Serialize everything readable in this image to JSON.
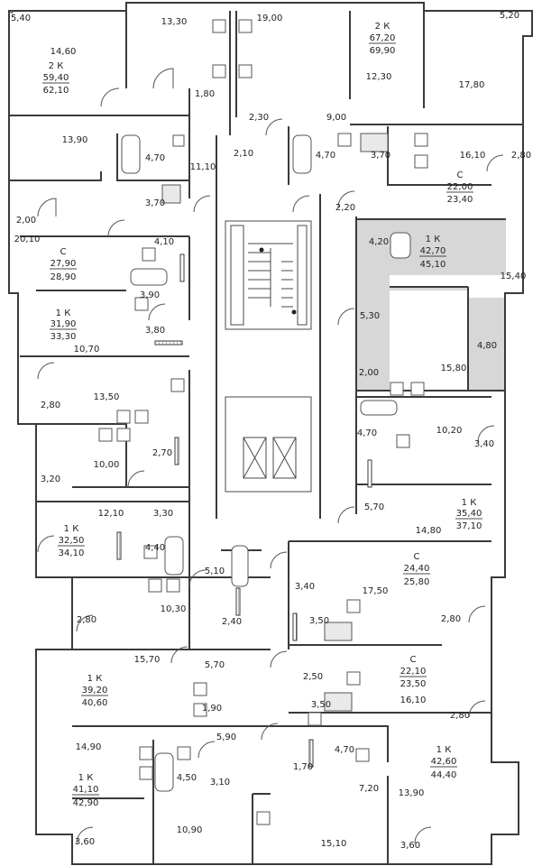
{
  "rooms": [
    "5,40",
    "14,60",
    "13,30",
    "19,00",
    "5,20",
    "12,30",
    "17,80",
    "1,80",
    "2,30",
    "9,00",
    "13,90",
    "4,70",
    "11,10",
    "2,10",
    "4,70",
    "3,70",
    "16,10",
    "2,80",
    "2,20",
    "3,70",
    "2,00",
    "20,10",
    "4,10",
    "4,20",
    "15,40",
    "3,90",
    "5,30",
    "10,70",
    "3,80",
    "4,80",
    "15,80",
    "2,00",
    "13,50",
    "2,80",
    "10,20",
    "4,70",
    "3,40",
    "2,70",
    "10,00",
    "3,20",
    "5,70",
    "14,80",
    "12,10",
    "3,30",
    "4,40",
    "5,10",
    "3,40",
    "17,50",
    "2,80",
    "10,30",
    "2,40",
    "3,50",
    "2,80",
    "15,70",
    "5,70",
    "2,50",
    "3,50",
    "16,10",
    "1,90",
    "2,80",
    "14,90",
    "5,90",
    "4,70",
    "4,50",
    "1,70",
    "3,10",
    "7,20",
    "13,90",
    "10,90",
    "15,10",
    "3,60",
    "3,60"
  ],
  "apartments": [
    {
      "type": "2 К",
      "living": "59,40",
      "total": "62,10"
    },
    {
      "type": "2 К",
      "living": "67,20",
      "total": "69,90"
    },
    {
      "type": "С",
      "living": "22,00",
      "total": "23,40"
    },
    {
      "type": "С",
      "living": "27,90",
      "total": "28,90"
    },
    {
      "type": "1 К",
      "living": "42,70",
      "total": "45,10"
    },
    {
      "type": "1 К",
      "living": "31,90",
      "total": "33,30"
    },
    {
      "type": "1 К",
      "living": "35,40",
      "total": "37,10"
    },
    {
      "type": "1 К",
      "living": "32,50",
      "total": "34,10"
    },
    {
      "type": "С",
      "living": "24,40",
      "total": "25,80"
    },
    {
      "type": "1 К",
      "living": "39,20",
      "total": "40,60"
    },
    {
      "type": "С",
      "living": "22,10",
      "total": "23,50"
    },
    {
      "type": "1 К",
      "living": "41,10",
      "total": "42,90"
    },
    {
      "type": "1 К",
      "living": "42,60",
      "total": "44,40"
    }
  ],
  "colors": {
    "wall": "#3a3a3a",
    "highlight": "#d7d7d7"
  }
}
